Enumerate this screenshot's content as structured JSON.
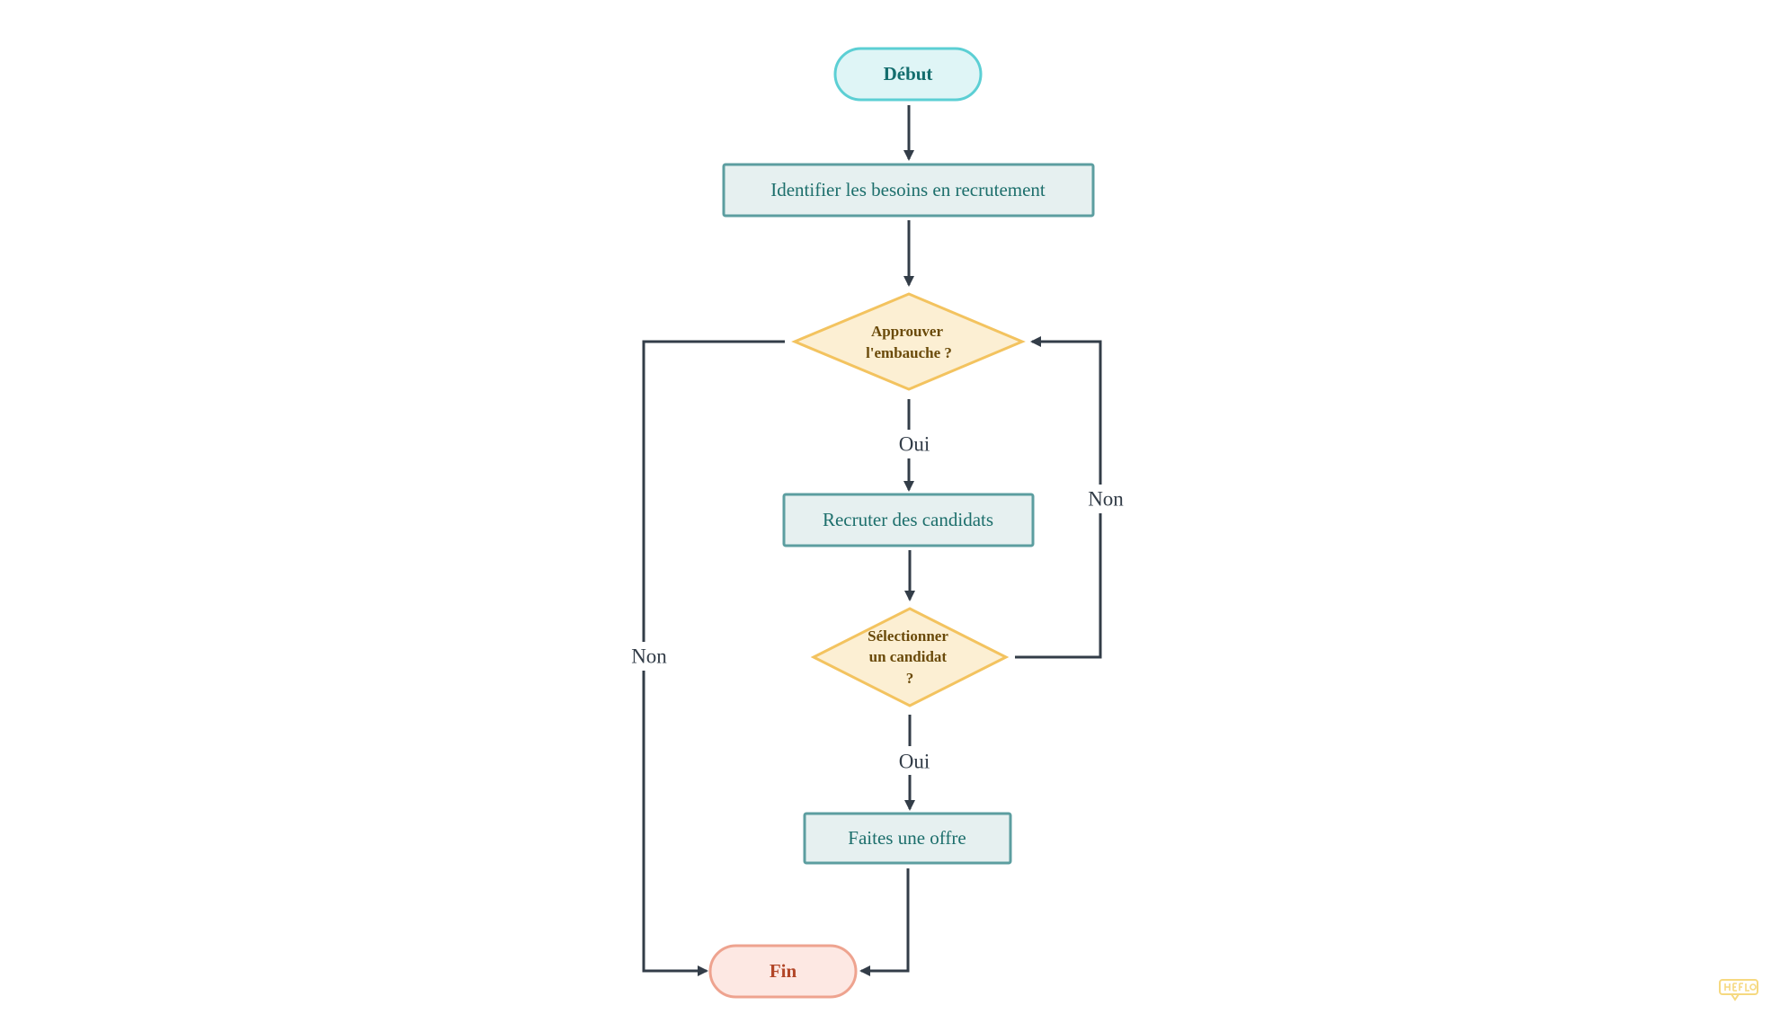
{
  "nodes": {
    "start": "Début",
    "identify": "Identifier les besoins en recrutement",
    "approve": [
      "Approuver",
      "l'embauche ?"
    ],
    "recruit": "Recruter des candidats",
    "select": [
      "Sélectionner",
      "un candidat",
      "?"
    ],
    "offer": "Faites une offre",
    "end": "Fin"
  },
  "edges": {
    "approve_yes": "Oui",
    "approve_no": "Non",
    "select_yes": "Oui",
    "select_no": "Non"
  },
  "colors": {
    "start_fill": "#dff5f6",
    "start_stroke": "#5ccfd4",
    "process_fill": "#e6f0f0",
    "process_stroke": "#5c9ea0",
    "decision_fill": "#fcefd3",
    "decision_stroke": "#f3c35f",
    "end_fill": "#fde8e3",
    "end_stroke": "#eea38f",
    "connector": "#333d48"
  },
  "watermark_icon": "heflo-logo-icon"
}
